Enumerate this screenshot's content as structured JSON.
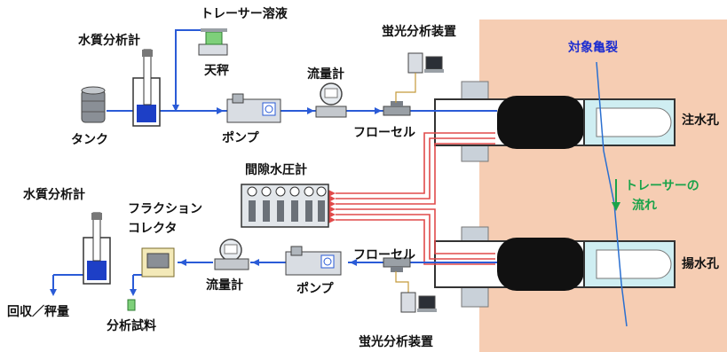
{
  "labels": {
    "tracer_solution": "トレーサー溶液",
    "water_quality_top": "水質分析計",
    "balance": "天秤",
    "tank": "タンク",
    "pump_top": "ポンプ",
    "flowmeter_top": "流量計",
    "fluorescence_top": "蛍光分析装置",
    "flowcell_top": "フローセル",
    "target_crack": "対象亀裂",
    "injection_hole": "注水孔",
    "pore_pressure": "間隙水圧計",
    "tracer_flow_1": "トレーサーの",
    "tracer_flow_2": "流れ",
    "water_quality_bottom": "水質分析計",
    "fraction_1": "フラクション",
    "fraction_2": "コレクタ",
    "flowcell_bottom": "フローセル",
    "pumping_hole": "揚水孔",
    "recovery": "回収／秤量",
    "analysis_sample": "分析試料",
    "flowmeter_bottom": "流量計",
    "pump_bottom": "ポンプ",
    "fluorescence_bottom": "蛍光分析装置"
  },
  "colors": {
    "rock": "#f6cdb3",
    "pipe_blue": "#2a5bd7",
    "tube_red": "#e04a4a",
    "packer": "#111111",
    "borehole_cyan": "#cfeef2",
    "equipment_gray": "#d9dde3",
    "crack": "#2a6fd0"
  }
}
